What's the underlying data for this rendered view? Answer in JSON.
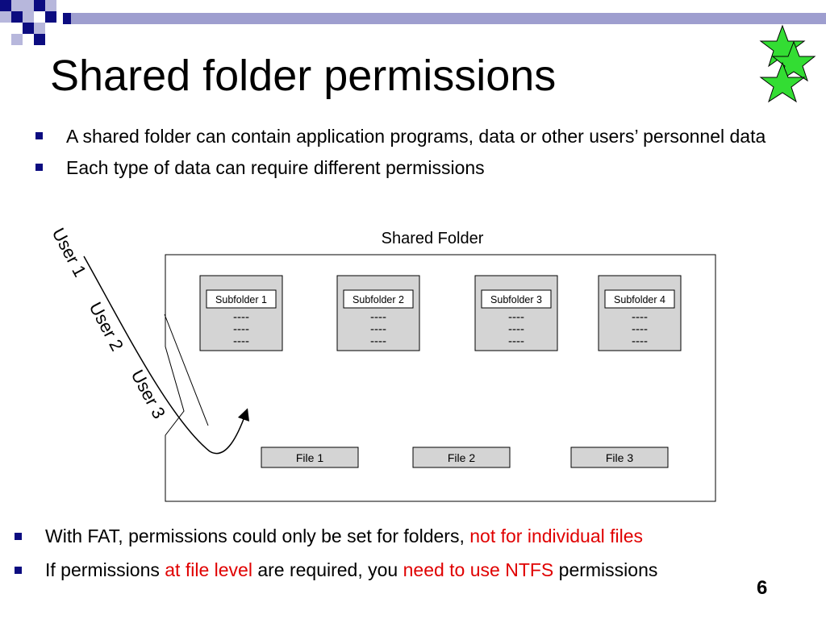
{
  "slide": {
    "title": "Shared folder permissions",
    "page_number": "6"
  },
  "top_bullets": [
    "A shared folder can contain application programs, data or other users’ personnel data",
    "Each type of data can require different permissions"
  ],
  "diagram": {
    "folder_label": "Shared Folder",
    "subfolders": [
      {
        "label": "Subfolder 1",
        "lines": [
          "----",
          "----",
          "----"
        ]
      },
      {
        "label": "Subfolder 2",
        "lines": [
          "----",
          "----",
          "----"
        ]
      },
      {
        "label": "Subfolder 3",
        "lines": [
          "----",
          "----",
          "----"
        ]
      },
      {
        "label": "Subfolder 4",
        "lines": [
          "----",
          "----",
          "----"
        ]
      }
    ],
    "files": [
      "File 1",
      "File 2",
      "File 3"
    ],
    "users": [
      "User 1",
      "User 2",
      "User 3"
    ]
  },
  "bottom_bullets": {
    "first": {
      "text_a": "With FAT, permissions could only be set for folders, ",
      "text_red": "not for individual files"
    },
    "second": {
      "text_a": "If permissions ",
      "text_red_a": "at file level",
      "text_b": " are required, you ",
      "text_red_b": "need to use NTFS",
      "text_c": " permissions"
    }
  },
  "colors": {
    "accent_navy": "#0c0c80",
    "accent_light": "#b7b7dc",
    "star_green": "#33dd33",
    "highlight_red": "#e00000",
    "box_gray": "#d4d4d4"
  }
}
